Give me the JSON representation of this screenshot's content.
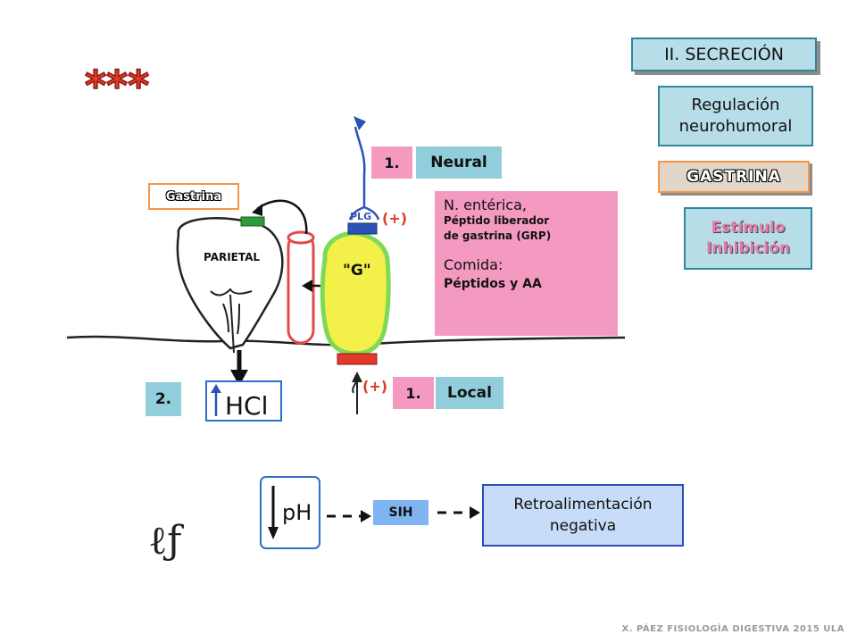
{
  "header": {
    "section_title": "II. SECRECIÓN",
    "regulation_line1": "Regulación",
    "regulation_line2": "neurohumoral",
    "hormone": "GASTRINA",
    "stimulus": "Estímulo",
    "inhibition": "Inhibición",
    "stars": "***"
  },
  "diagram": {
    "gastrina_tag": "Gastrina",
    "parietal_label": "PARIETAL",
    "g_cell_label": "\"G\"",
    "receptor_label": "PLG",
    "plus_top": "(+)",
    "plus_bottom": "(+)",
    "hcl_label": "HCl",
    "ph_label": "pH",
    "squiggle": "ℓƒ"
  },
  "pathways": {
    "neural_number": "1.",
    "neural_label": "Neural",
    "local_number": "1.",
    "local_label": "Local",
    "second_number": "2."
  },
  "stimuli_panel": {
    "line1": "N. entérica,",
    "line2": "Péptido liberador",
    "line3": "de gastrina (GRP)",
    "line4": "Comida:",
    "line5": "Péptidos y AA"
  },
  "feedback": {
    "sih": "SIH",
    "retro_line1": "Retroalimentación",
    "retro_line2": "negativa"
  },
  "footer": {
    "credit": "X. PÁEZ  FISIOLOGÍA DIGESTIVA  2015 ULA"
  },
  "colors": {
    "teal_box": "#b7dde8",
    "pink_box": "#f49ac1",
    "blue_label": "#92cddc",
    "red_stars": "#e23a2a",
    "g_cell_fill": "#f4f04a",
    "g_cell_border": "#7ed957"
  }
}
